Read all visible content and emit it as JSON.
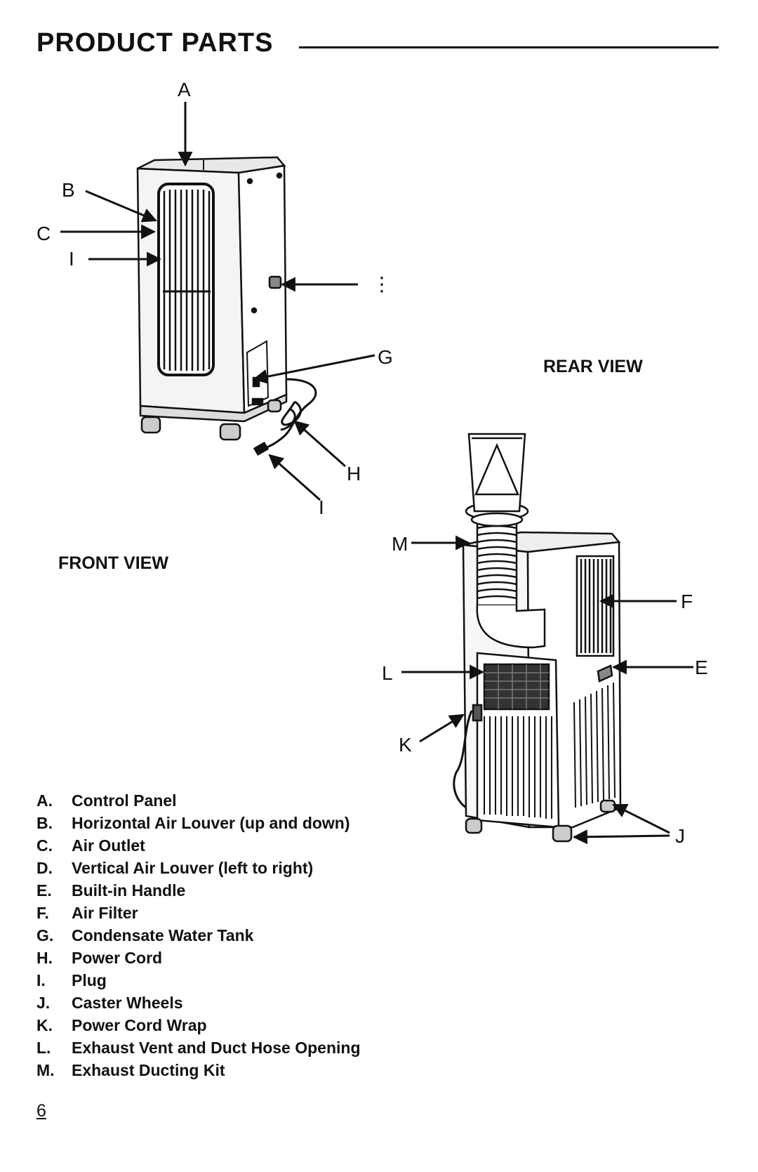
{
  "header": {
    "title": "PRODUCT PARTS"
  },
  "views": {
    "front": "FRONT VIEW",
    "rear": "REAR VIEW"
  },
  "callouts": {
    "a": "A",
    "b": "B",
    "c": "C",
    "d_partial": "I",
    "e_partial": "⋮",
    "g": "G",
    "h": "H",
    "i": "I",
    "m": "M",
    "f": "F",
    "e": "E",
    "l": "L",
    "k": "K",
    "j": "J"
  },
  "parts": [
    {
      "letter": "A.",
      "name": "Control Panel"
    },
    {
      "letter": "B.",
      "name": "Horizontal Air Louver (up and down)"
    },
    {
      "letter": "C.",
      "name": "Air Outlet"
    },
    {
      "letter": "D.",
      "name": "Vertical Air Louver (left to right)"
    },
    {
      "letter": "E.",
      "name": "Built-in Handle"
    },
    {
      "letter": "F.",
      "name": "Air Filter"
    },
    {
      "letter": "G.",
      "name": "Condensate Water Tank"
    },
    {
      "letter": "H.",
      "name": "Power Cord"
    },
    {
      "letter": "I.",
      "name": "Plug"
    },
    {
      "letter": "J.",
      "name": "Caster Wheels"
    },
    {
      "letter": "K.",
      "name": "Power Cord Wrap"
    },
    {
      "letter": "L.",
      "name": "Exhaust Vent and Duct Hose Opening"
    },
    {
      "letter": "M.",
      "name": "Exhaust Ducting Kit"
    }
  ],
  "footer": {
    "page_number": "6"
  }
}
